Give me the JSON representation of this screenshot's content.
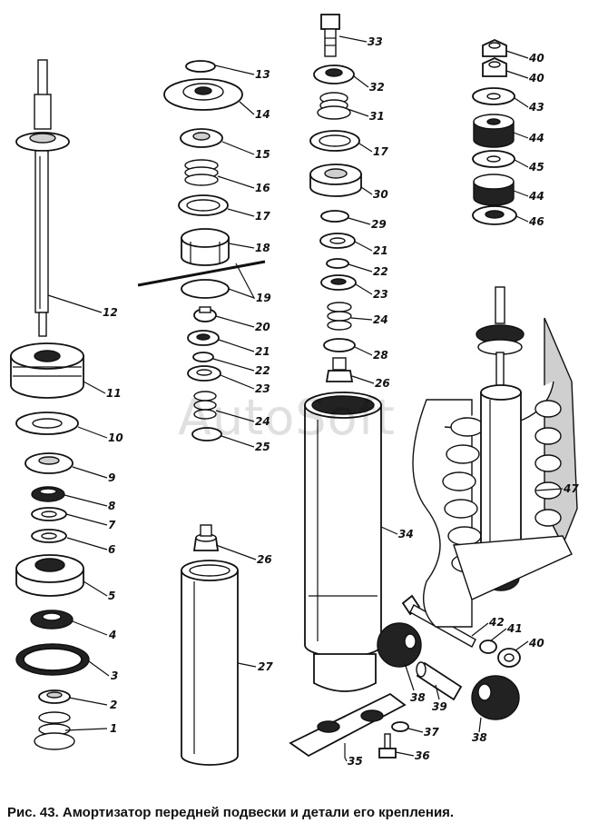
{
  "figure": {
    "caption": "Рис. 43. Амортизатор передней подвески и детали его крепления.",
    "watermark": "AutoSoft"
  },
  "parts": [
    {
      "num": "1"
    },
    {
      "num": "2"
    },
    {
      "num": "3"
    },
    {
      "num": "4"
    },
    {
      "num": "5"
    },
    {
      "num": "6"
    },
    {
      "num": "7"
    },
    {
      "num": "8"
    },
    {
      "num": "9"
    },
    {
      "num": "10"
    },
    {
      "num": "11"
    },
    {
      "num": "12"
    },
    {
      "num": "13"
    },
    {
      "num": "14"
    },
    {
      "num": "15"
    },
    {
      "num": "16"
    },
    {
      "num": "17"
    },
    {
      "num": "18"
    },
    {
      "num": "19"
    },
    {
      "num": "20"
    },
    {
      "num": "21"
    },
    {
      "num": "22"
    },
    {
      "num": "23"
    },
    {
      "num": "24"
    },
    {
      "num": "25"
    },
    {
      "num": "26"
    },
    {
      "num": "27"
    },
    {
      "num": "33"
    },
    {
      "num": "32"
    },
    {
      "num": "31"
    },
    {
      "num": "17"
    },
    {
      "num": "30"
    },
    {
      "num": "29"
    },
    {
      "num": "21"
    },
    {
      "num": "22"
    },
    {
      "num": "23"
    },
    {
      "num": "24"
    },
    {
      "num": "28"
    },
    {
      "num": "26"
    },
    {
      "num": "34"
    },
    {
      "num": "35"
    },
    {
      "num": "36"
    },
    {
      "num": "37"
    },
    {
      "num": "38"
    },
    {
      "num": "39"
    },
    {
      "num": "38"
    },
    {
      "num": "42"
    },
    {
      "num": "41"
    },
    {
      "num": "40"
    },
    {
      "num": "40"
    },
    {
      "num": "40"
    },
    {
      "num": "43"
    },
    {
      "num": "44"
    },
    {
      "num": "45"
    },
    {
      "num": "44"
    },
    {
      "num": "46"
    },
    {
      "num": "47"
    }
  ]
}
